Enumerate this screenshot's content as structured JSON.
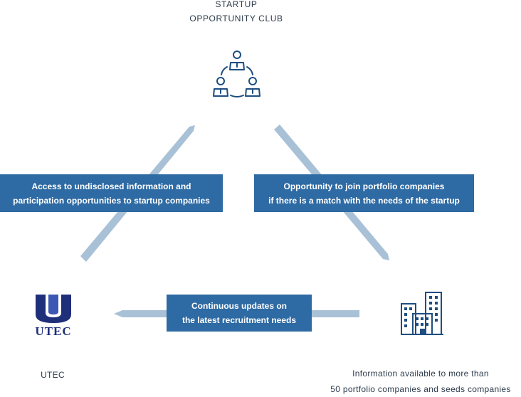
{
  "top_node": {
    "title_line1": "STARTUP",
    "title_line2": "OPPORTUNITY CLUB",
    "icon": "people-network-icon"
  },
  "left_node": {
    "logo_text": "UTEC",
    "label": "UTEC",
    "icon": "utec-logo"
  },
  "right_node": {
    "icon": "office-buildings-icon",
    "label_line1": "Information available to more than",
    "label_line2": "50 portfolio companies and seeds companies"
  },
  "edges": {
    "left": {
      "line1": "Access to undisclosed information and",
      "line2": "participation opportunities to startup companies"
    },
    "right": {
      "line1": "Opportunity to join portfolio companies",
      "line2": "if there is a match with the needs of the startup"
    },
    "bottom": {
      "line1": "Continuous updates on",
      "line2": "the latest recruitment needs"
    }
  },
  "colors": {
    "box": "#2e6aa3",
    "arrow": "#a9c1d6",
    "icon": "#1f4e80",
    "logo": "#1f2f7a"
  }
}
